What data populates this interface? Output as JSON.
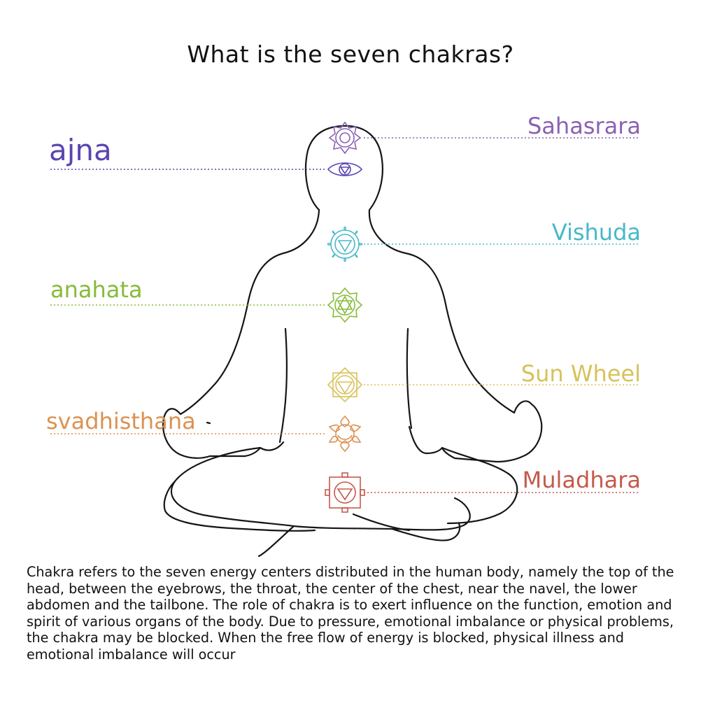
{
  "title": "What is the seven chakras?",
  "chakras": [
    {
      "key": "sahasrara",
      "label": "Sahasrara",
      "color": "#8a62b4",
      "icon": "lotus-crown-icon"
    },
    {
      "key": "ajna",
      "label": "ajna",
      "color": "#5a45b0",
      "icon": "third-eye-icon"
    },
    {
      "key": "vishuda",
      "label": "Vishuda",
      "color": "#48b8c8",
      "icon": "throat-lotus-icon"
    },
    {
      "key": "anahata",
      "label": "anahata",
      "color": "#86bb3a",
      "icon": "heart-hexagram-icon"
    },
    {
      "key": "sun_wheel",
      "label": "Sun Wheel",
      "color": "#d8c25a",
      "icon": "solar-plexus-icon"
    },
    {
      "key": "svadhisthana",
      "label": "svadhisthana",
      "color": "#dc9252",
      "icon": "sacral-lotus-icon"
    },
    {
      "key": "muladhara",
      "label": "Muladhara",
      "color": "#c55a4c",
      "icon": "root-square-icon"
    }
  ],
  "description": "Chakra refers to the seven energy centers distributed in the human body, namely the top of the head, between the eyebrows, the throat, the center of the chest, near the navel, the lower abdomen and the tailbone. The role of chakra is to exert influence on the function, emotion and spirit of various organs of the body. Due to pressure, emotional imbalance or physical problems, the chakra may be blocked. When the free flow of energy is blocked, physical illness and emotional imbalance will occur"
}
